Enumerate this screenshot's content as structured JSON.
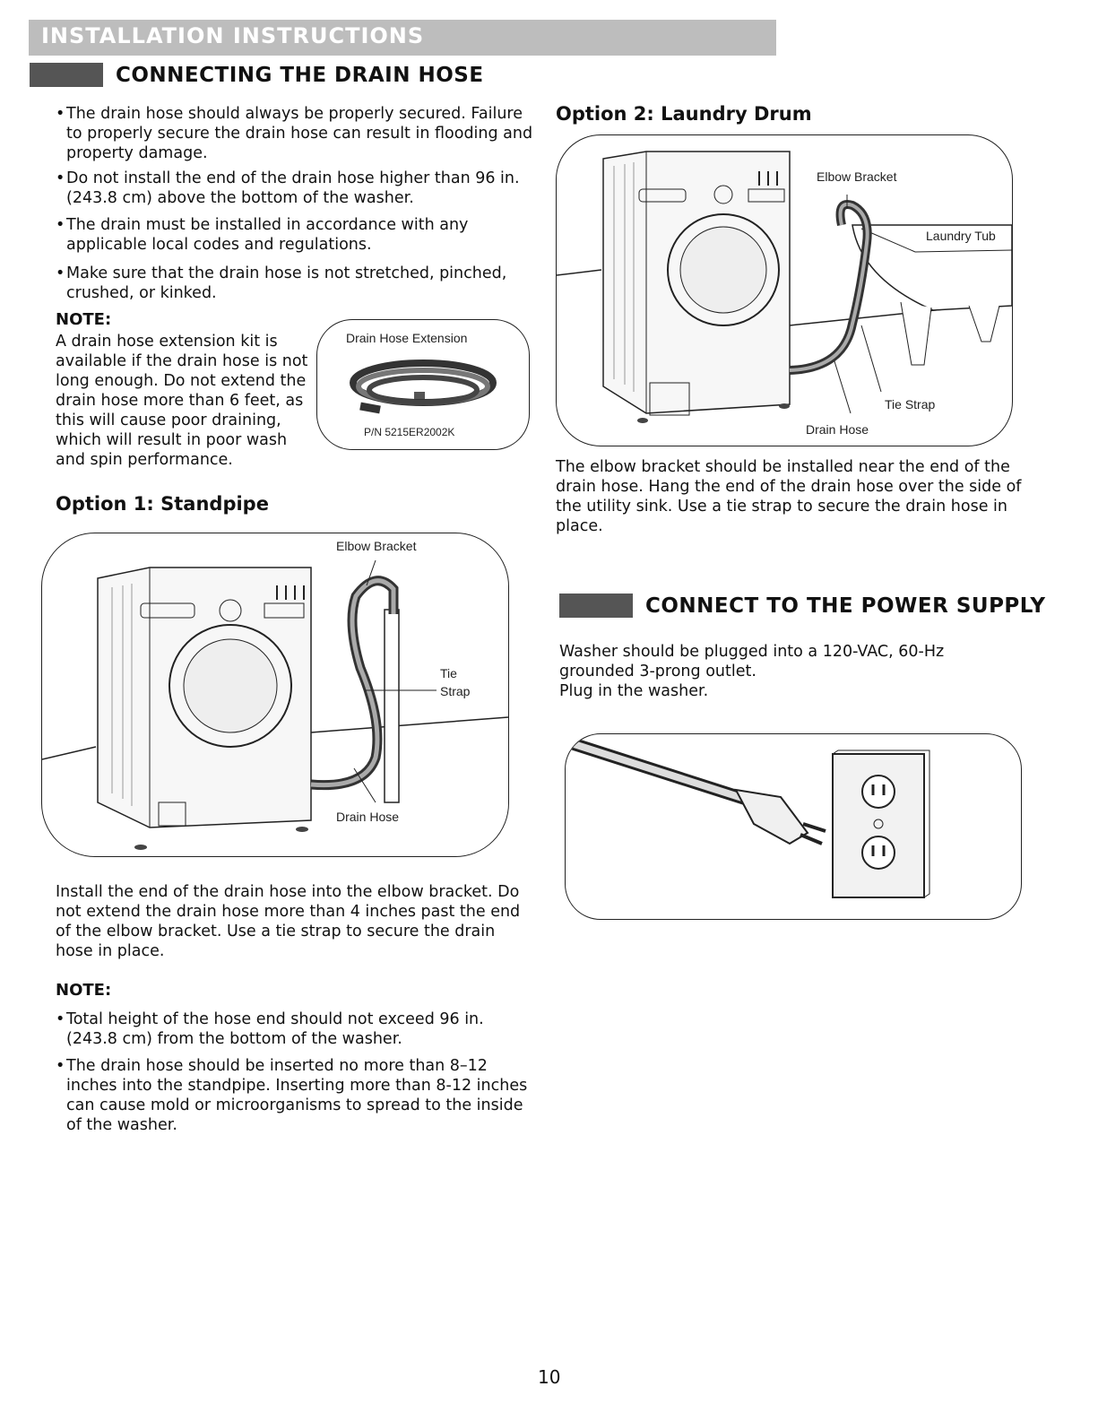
{
  "banner": "INSTALLATION INSTRUCTIONS",
  "drain_section": {
    "title": "CONNECTING THE DRAIN HOSE",
    "bullets": [
      "The drain hose should always be properly secured. Failure to properly secure the drain hose can result in flooding and property damage.",
      "Do not install the end of the drain hose higher than 96 in. (243.8 cm) above the bottom of the washer.",
      "The drain must be installed in accordance with any applicable local codes and regulations.",
      "Make sure that the drain hose is not stretched, pinched, crushed, or kinked."
    ],
    "note_label": "NOTE:",
    "note_text": "A drain hose extension kit is available if the drain hose is not long enough. Do not extend the drain hose more than 6 feet, as this will cause poor draining, which will result in poor wash and spin performance.",
    "extension_figure": {
      "title": "Drain Hose Extension",
      "part_number": "P/N 5215ER2002K"
    }
  },
  "option1": {
    "title": "Option 1: Standpipe",
    "labels": {
      "elbow": "Elbow Bracket",
      "tie_line1": "Tie",
      "tie_line2": "Strap",
      "drain": "Drain Hose"
    },
    "text": "Install the end of the drain hose into the elbow bracket. Do not extend the drain hose more than 4 inches past the end of the elbow bracket. Use a tie strap to secure the drain hose in place.",
    "note_label": "NOTE:",
    "note_bullets": [
      "Total height of the hose end should not exceed 96 in. (243.8 cm) from the bottom of the washer.",
      "The drain hose should be inserted no more than 8–12 inches into the standpipe. Inserting more than 8-12 inches can cause mold or microorganisms to spread to the inside of the washer."
    ]
  },
  "option2": {
    "title": "Option 2: Laundry Drum",
    "labels": {
      "elbow": "Elbow Bracket",
      "tub": "Laundry Tub",
      "tie": "Tie Strap",
      "drain": "Drain Hose"
    },
    "text": "The elbow bracket should be installed near the end of the drain hose. Hang the end of the drain hose over the side of the utility sink. Use a tie strap to secure the drain hose in place."
  },
  "power_section": {
    "title": "CONNECT TO THE POWER SUPPLY",
    "line1": "Washer should be plugged into a 120-VAC, 60-Hz",
    "line2": "grounded 3-prong outlet.",
    "line3": "Plug in the washer."
  },
  "page_number": "10"
}
